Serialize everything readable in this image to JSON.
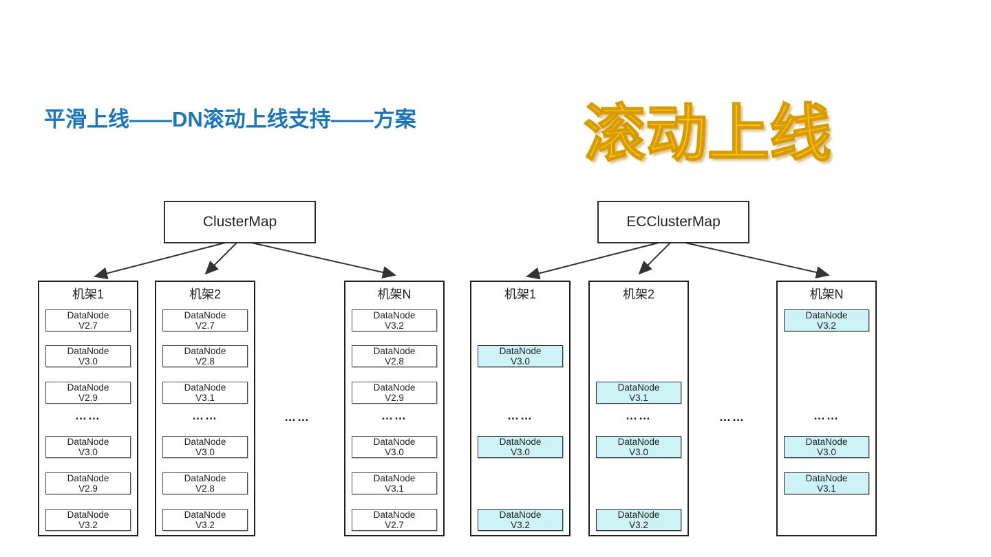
{
  "page": {
    "title": "平滑上线——DN滚动上线支持——方案",
    "wordart": "滚动上线"
  },
  "colors": {
    "title_blue": "#1b75bc",
    "wordart_gold": "#ffc411",
    "wordart_outline": "#d79b00",
    "node_highlight_cyan": "#cdf3f7",
    "node_plain_white": "#ffffff",
    "line_dark": "#333333"
  },
  "dots": "……",
  "left_tree": {
    "root": "ClusterMap",
    "racks": [
      {
        "name": "机架1",
        "slots": [
          {
            "label": "DataNode",
            "version": "V2.7",
            "highlight": false
          },
          {
            "label": "DataNode",
            "version": "V3.0",
            "highlight": false
          },
          {
            "label": "DataNode",
            "version": "V2.9",
            "highlight": false
          },
          {
            "label": "DataNode",
            "version": "V3.0",
            "highlight": false
          },
          {
            "label": "DataNode",
            "version": "V2.9",
            "highlight": false
          },
          {
            "label": "DataNode",
            "version": "V3.2",
            "highlight": false
          }
        ]
      },
      {
        "name": "机架2",
        "slots": [
          {
            "label": "DataNode",
            "version": "V2.7",
            "highlight": false
          },
          {
            "label": "DataNode",
            "version": "V2.8",
            "highlight": false
          },
          {
            "label": "DataNode",
            "version": "V3.1",
            "highlight": false
          },
          {
            "label": "DataNode",
            "version": "V3.0",
            "highlight": false
          },
          {
            "label": "DataNode",
            "version": "V2.8",
            "highlight": false
          },
          {
            "label": "DataNode",
            "version": "V3.2",
            "highlight": false
          }
        ]
      },
      {
        "name": "机架N",
        "slots": [
          {
            "label": "DataNode",
            "version": "V3.2",
            "highlight": false
          },
          {
            "label": "DataNode",
            "version": "V2.8",
            "highlight": false
          },
          {
            "label": "DataNode",
            "version": "V2.9",
            "highlight": false
          },
          {
            "label": "DataNode",
            "version": "V3.0",
            "highlight": false
          },
          {
            "label": "DataNode",
            "version": "V3.1",
            "highlight": false
          },
          {
            "label": "DataNode",
            "version": "V2.7",
            "highlight": false
          }
        ]
      }
    ]
  },
  "right_tree": {
    "root": "ECClusterMap",
    "racks": [
      {
        "name": "机架1",
        "slots": [
          null,
          {
            "label": "DataNode",
            "version": "V3.0",
            "highlight": true
          },
          null,
          {
            "label": "DataNode",
            "version": "V3.0",
            "highlight": true
          },
          null,
          {
            "label": "DataNode",
            "version": "V3.2",
            "highlight": true
          }
        ]
      },
      {
        "name": "机架2",
        "slots": [
          null,
          null,
          {
            "label": "DataNode",
            "version": "V3.1",
            "highlight": true
          },
          {
            "label": "DataNode",
            "version": "V3.0",
            "highlight": true
          },
          null,
          {
            "label": "DataNode",
            "version": "V3.2",
            "highlight": true
          }
        ]
      },
      {
        "name": "机架N",
        "slots": [
          {
            "label": "DataNode",
            "version": "V3.2",
            "highlight": true
          },
          null,
          null,
          {
            "label": "DataNode",
            "version": "V3.0",
            "highlight": true
          },
          {
            "label": "DataNode",
            "version": "V3.1",
            "highlight": true
          },
          null
        ]
      }
    ]
  }
}
